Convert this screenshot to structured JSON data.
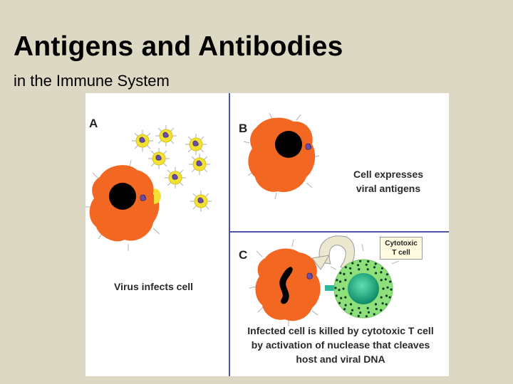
{
  "slide": {
    "title": "Antigens and Antibodies",
    "subtitle": "in the Immune System"
  },
  "figure": {
    "panels": [
      {
        "letter": "A",
        "caption": "Virus infects cell"
      },
      {
        "letter": "B",
        "caption_line1": "Cell expresses",
        "caption_line2": "viral antigens"
      },
      {
        "letter": "C",
        "caption_line1": "Infected cell is killed by cytotoxic T cell",
        "caption_line2": "by activation of nuclease that cleaves",
        "caption_line3": "host and viral DNA"
      }
    ],
    "tcell_label_line1": "Cytotoxic",
    "tcell_label_line2": "T cell"
  },
  "colors": {
    "background": "#ddd8c4",
    "cell": "#f26722",
    "nucleus": "#000000",
    "virus": "#f2e035",
    "tcell": "#8ee07a",
    "tcell_nucleus": "#1aa37a",
    "divider": "#4a55a6"
  }
}
